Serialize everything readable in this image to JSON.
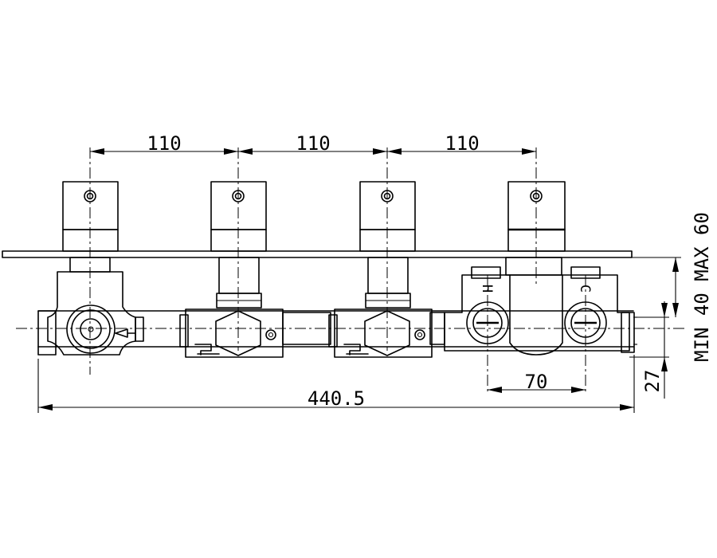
{
  "dimensions": {
    "spacing_1": "110",
    "spacing_2": "110",
    "spacing_3": "110",
    "overall_length": "440.5",
    "inlet_spacing": "70",
    "depth_from_wall": "27",
    "wall_depth": "MIN 40 MAX 60"
  },
  "markings": {
    "hot": "H",
    "cold": "C"
  }
}
